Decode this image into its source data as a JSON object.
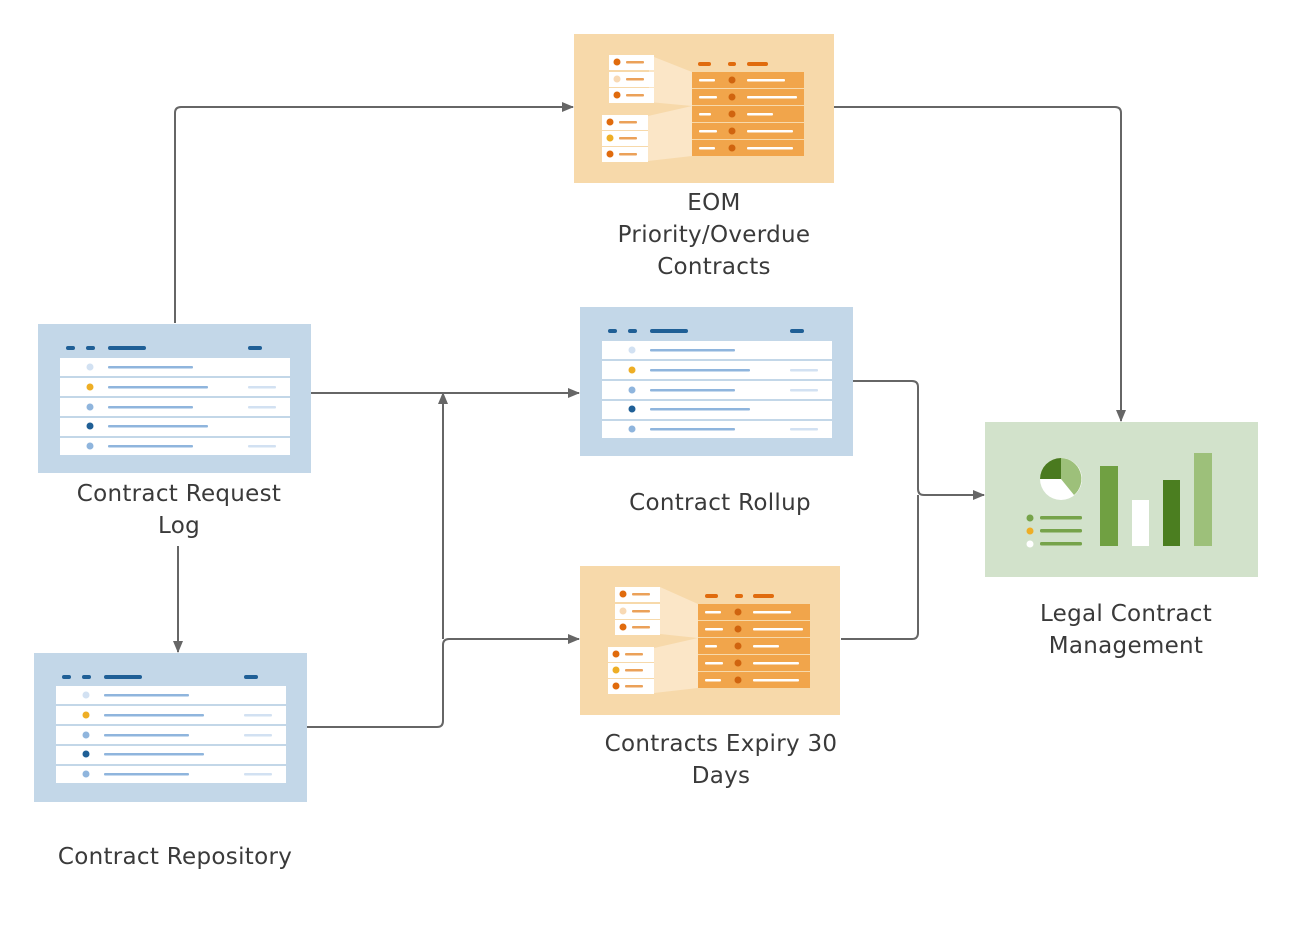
{
  "diagram": {
    "nodes": [
      {
        "id": "contract-request-log",
        "label": "Contract Request Log",
        "kind": "sheet"
      },
      {
        "id": "contract-repository",
        "label": "Contract Repository",
        "kind": "sheet"
      },
      {
        "id": "eom-priority-overdue",
        "label": "EOM Priority/Overdue Contracts",
        "kind": "report"
      },
      {
        "id": "contract-rollup",
        "label": "Contract Rollup",
        "kind": "sheet"
      },
      {
        "id": "contracts-expiry-30-days",
        "label": "Contracts Expiry 30 Days",
        "kind": "report"
      },
      {
        "id": "legal-contract-management",
        "label": "Legal Contract Management",
        "kind": "dashboard"
      }
    ],
    "edges": [
      {
        "from": "contract-request-log",
        "to": "eom-priority-overdue"
      },
      {
        "from": "contract-request-log",
        "to": "contract-rollup"
      },
      {
        "from": "contract-request-log",
        "to": "contract-repository"
      },
      {
        "from": "contract-repository",
        "to": "contract-rollup"
      },
      {
        "from": "contract-repository",
        "to": "contracts-expiry-30-days"
      },
      {
        "from": "eom-priority-overdue",
        "to": "legal-contract-management"
      },
      {
        "from": "contract-rollup",
        "to": "legal-contract-management"
      },
      {
        "from": "contracts-expiry-30-days",
        "to": "legal-contract-management"
      }
    ],
    "labels": {
      "request_log_1": "Contract Request",
      "request_log_2": "Log",
      "repository": "Contract Repository",
      "eom_1": "EOM",
      "eom_2": "Priority/Overdue",
      "eom_3": "Contracts",
      "rollup": "Contract Rollup",
      "expiry_1": "Contracts Expiry 30",
      "expiry_2": "Days",
      "legal_1": "Legal Contract",
      "legal_2": "Management"
    },
    "icons": {
      "sheet": "sheet-grid-icon",
      "report": "report-icon",
      "dashboard": "dashboard-chart-icon"
    },
    "colors": {
      "sheet_bg": "#c3d7e8",
      "report_bg": "#f7d9aa",
      "dashboard_bg": "#d2e2cb",
      "arrow": "#666666",
      "text": "#3a3a3a"
    }
  }
}
